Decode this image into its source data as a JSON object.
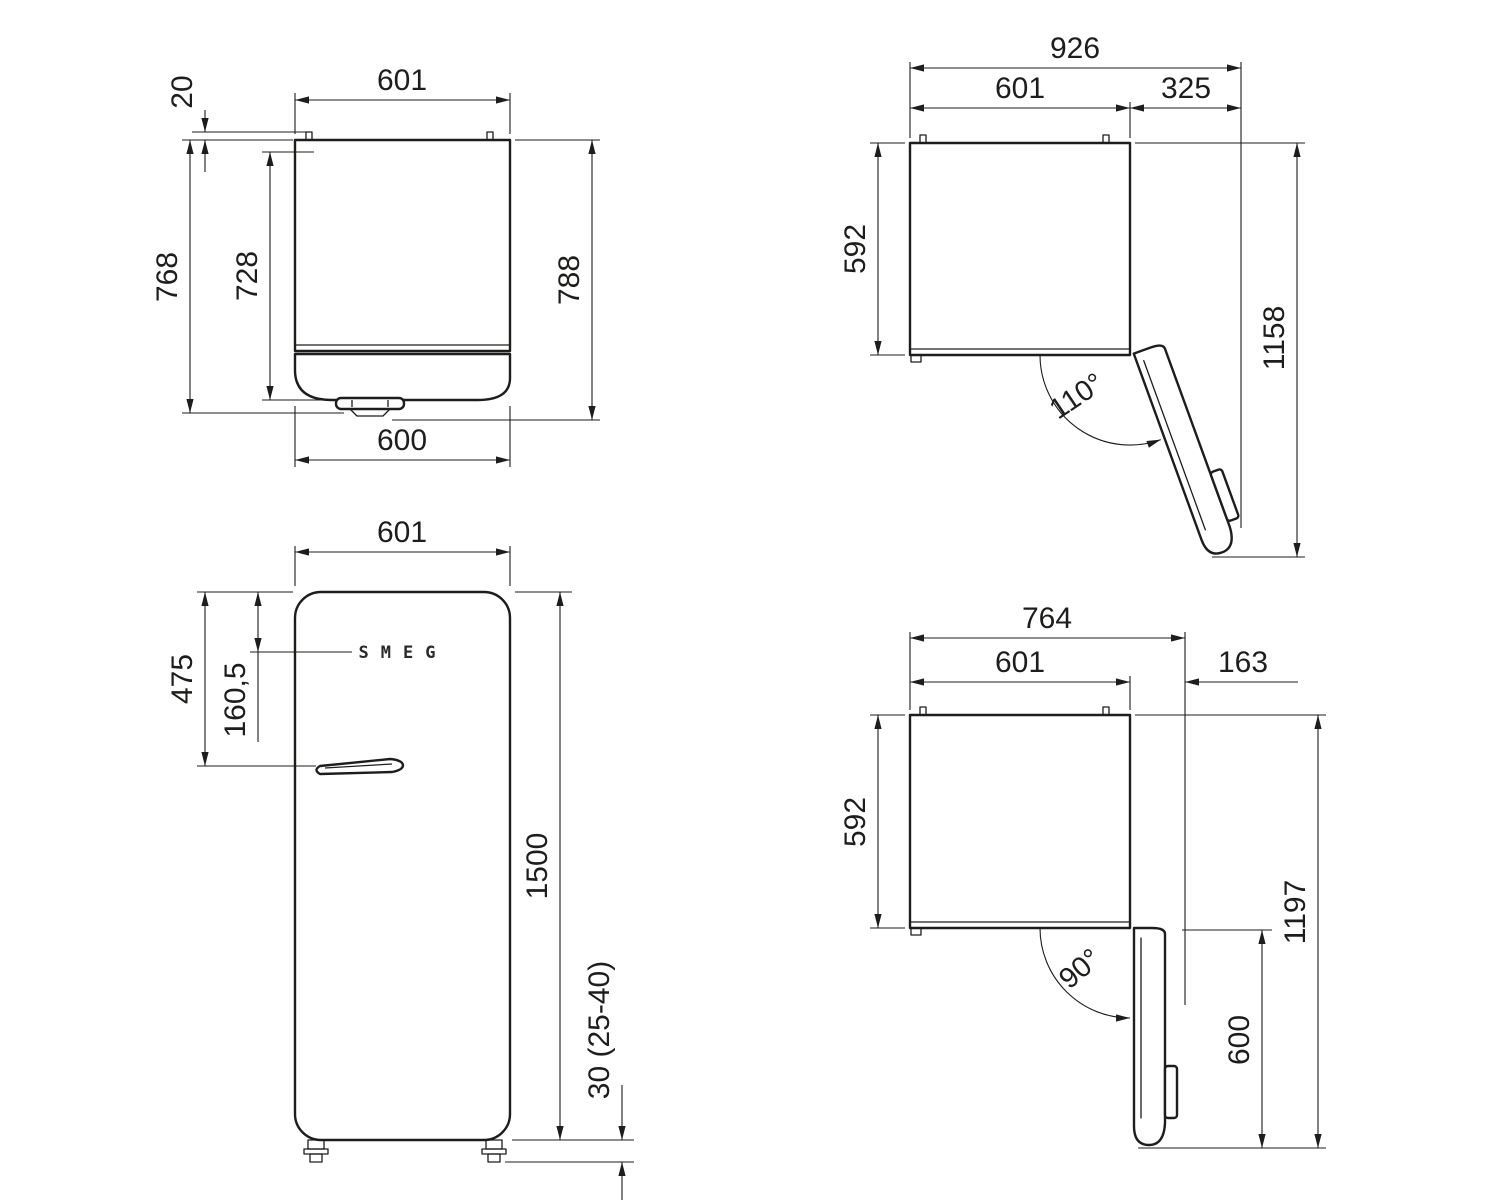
{
  "drawing": {
    "background": "#ffffff",
    "line_color": "#1d1d1b",
    "views": {
      "top_closed": {
        "title": "plan view, door closed",
        "dims": {
          "width": "601",
          "rear_spacer": "20",
          "depth_door": "768",
          "depth_body": "728",
          "depth_handle": "788",
          "door_width": "600"
        }
      },
      "top_open_110": {
        "title": "plan view, door open 110 degrees",
        "dims": {
          "overall_width": "926",
          "width": "601",
          "door_side": "325",
          "body_depth": "592",
          "overall_depth": "1158",
          "angle": "110°"
        }
      },
      "front": {
        "title": "front view",
        "logo": "SMEG",
        "dims": {
          "width": "601",
          "handle_from_top": "475",
          "logo_from_top": "160,5",
          "height": "1500",
          "feet": "30 (25-40)"
        }
      },
      "top_open_90": {
        "title": "plan view, door open 90 degrees",
        "dims": {
          "overall_width": "764",
          "width": "601",
          "door_side": "163",
          "body_depth": "592",
          "overall_depth": "1197",
          "door_depth": "600",
          "angle": "90°"
        }
      }
    }
  }
}
